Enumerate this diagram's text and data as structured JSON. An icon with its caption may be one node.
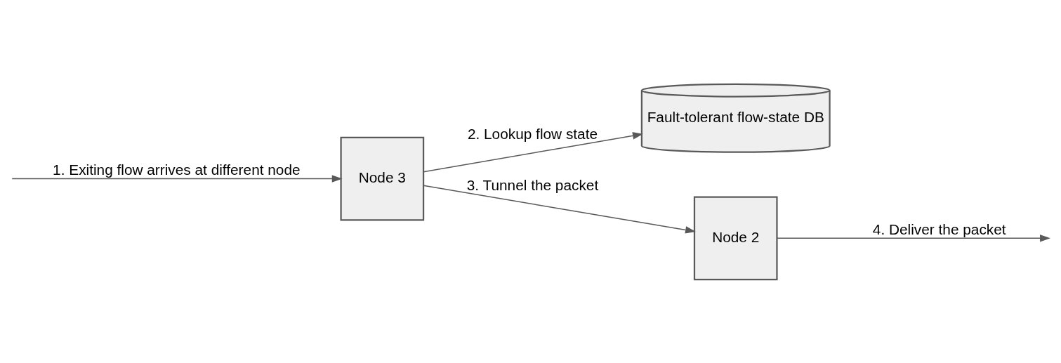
{
  "diagram": {
    "nodes": [
      {
        "text": [
          "Fault-tolerant flow-state DB"
        ]
      },
      {
        "text": [
          "Node 3"
        ]
      },
      {
        "text": [
          "Node 2"
        ]
      }
    ],
    "edges": [
      {
        "from": null,
        "to": 1,
        "arrow": "to",
        "label": "1. Exiting flow arrives at different node"
      },
      {
        "from": 1,
        "to": 0,
        "arrow": "to",
        "label": "2. Lookup flow state"
      },
      {
        "from": 1,
        "to": 2,
        "arrow": "to",
        "label": "3. Tunnel the packet"
      },
      {
        "from": 2,
        "to": null,
        "arrow": "to",
        "label": "4. Deliver the packet"
      }
    ]
  }
}
